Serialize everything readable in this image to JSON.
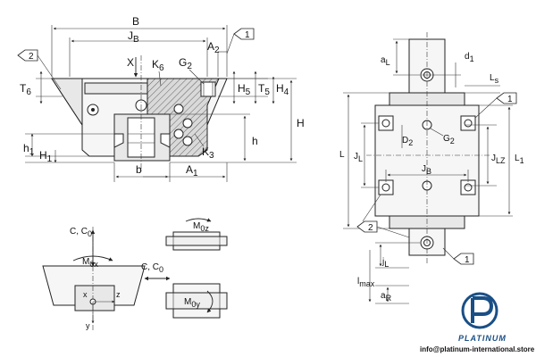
{
  "front_view": {
    "dimensions": {
      "B": "B",
      "JB": "J",
      "JB_sub": "B",
      "A2": "A",
      "A2_sub": "2",
      "X": "X",
      "K6": "K",
      "K6_sub": "6",
      "G2": "G",
      "G2_sub": "2",
      "T6": "T",
      "T6_sub": "6",
      "H5": "H",
      "H5_sub": "5",
      "T5": "T",
      "T5_sub": "5",
      "H4": "H",
      "H4_sub": "4",
      "H": "H",
      "h": "h",
      "h1": "h",
      "h1_sub": "1",
      "H1": "H",
      "H1_sub": "1",
      "K3": "K",
      "K3_sub": "3",
      "b": "b",
      "A1": "A",
      "A1_sub": "1"
    },
    "callout_1": "1",
    "callout_2": "2"
  },
  "top_view": {
    "dimensions": {
      "aL": "a",
      "aL_sub": "L",
      "d1": "d",
      "d1_sub": "1",
      "Ls": "L",
      "Ls_sub": "s",
      "L": "L",
      "JL": "J",
      "JL_sub": "L",
      "D2": "D",
      "D2_sub": "2",
      "G2": "G",
      "G2_sub": "2",
      "JLZ": "J",
      "JLZ_sub": "LZ",
      "L1": "L",
      "L1_sub": "1",
      "JB": "J",
      "JB_sub": "B",
      "jL": "j",
      "jL_sub": "L",
      "lmax": "l",
      "lmax_sub": "max",
      "aR": "a",
      "aR_sub": "R"
    },
    "callout_1": "1",
    "callout_2": "2",
    "callout_1b": "1"
  },
  "load_diagrams": {
    "C_C0_top": "C, C",
    "C_C0_top_sub": "0",
    "C_C0_side": "C, C",
    "C_C0_side_sub": "0",
    "M0x": "M",
    "M0x_sub": "0x",
    "M0z": "M",
    "M0z_sub": "0z",
    "M0y": "M",
    "M0y_sub": "0y",
    "x": "x",
    "y": "y",
    "z": "z"
  },
  "brand": {
    "name": "PLATINUM",
    "email": "info@platinum-international.store",
    "color": "#1a4f86"
  }
}
